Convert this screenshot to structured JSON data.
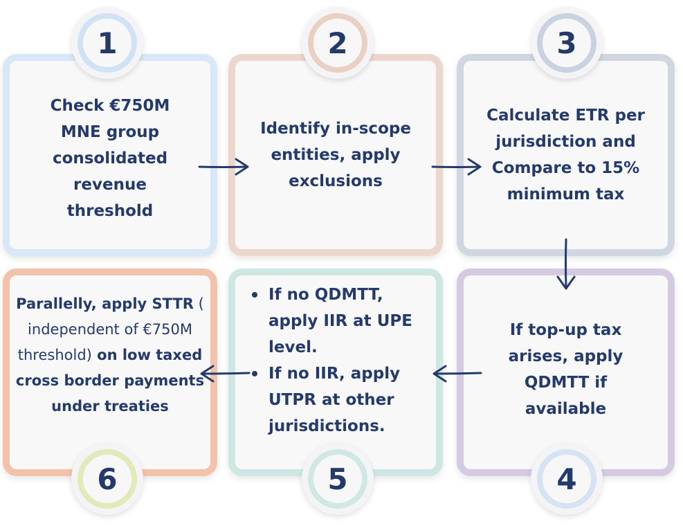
{
  "steps": [
    {
      "number": "1",
      "text": "Check €750M MNE group consolidated revenue threshold",
      "border": "#d8e8f6"
    },
    {
      "number": "2",
      "text": "Identify in-scope entities, apply exclusions",
      "border": "#ecd7cc"
    },
    {
      "number": "3",
      "text": "Calculate ETR per jurisdiction and Compare to 15% minimum tax",
      "border": "#d0d7e0"
    },
    {
      "number": "4",
      "text": "If top-up tax arises, apply QDMTT if available",
      "border": "#d4cbe2"
    },
    {
      "number": "5",
      "bullets": [
        "If no QDMTT, apply IIR at UPE level.",
        "If no IIR, apply UTPR at other jurisdictions."
      ],
      "border": "#cfe7e3"
    },
    {
      "number": "6",
      "text_bold_1": "Parallelly, apply STTR",
      "text_light": " ( independent of €750M threshold)",
      "text_bold_2": " on low taxed cross border payments under treaties",
      "border": "#f2c3aa"
    }
  ],
  "colors": {
    "text": "#243a6b",
    "arrow": "#243a6b"
  }
}
